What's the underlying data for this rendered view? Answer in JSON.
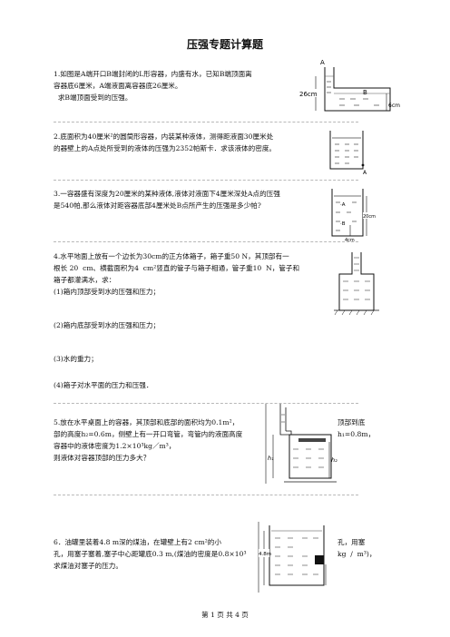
{
  "title": "压强专题计算题",
  "q1": {
    "lines": [
      "1.如图是A端开口B端封闭的L形容器，内盛有水，已知B端顶面离",
      "容器底6厘米，A端液面离容器底26厘米。",
      "  求B端顶面受到的压强。"
    ],
    "fig": {
      "a": "A",
      "b": "B",
      "h1": "26cm",
      "h2": "6cm"
    }
  },
  "q2": {
    "lines": [
      "2.底面积为40厘米²的圆筒形容器，内装某种液体，测得距液面30厘米处",
      "的器壁上的A点处所受到的液体的压强为2352帕斯卡．求该液体的密度。"
    ],
    "fig": {
      "a": "A"
    }
  },
  "q3": {
    "lines": [
      "3.一容器盛有深度为20厘米的某种液体,液体对液面下4厘米深处A点的压强",
      "是540帕,那么液体对距容器底部4厘米处B点所产生的压强是多少帕?"
    ],
    "fig": {
      "a": "·A",
      "b": "·B",
      "h1": "4cm",
      "h2": "20cm"
    }
  },
  "q4": {
    "lines": [
      "4.水平地面上放有一个边长为30cm的正方体箱子，箱子重50 N，其顶部有一",
      "根长 20  cm、横截面积为4  cm²竖直的管子与箱子相通，管子重10  N，管子和",
      "箱子都灌满水，求："
    ],
    "sub": [
      "(1)箱内顶部受到水的压强和压力；",
      "(2)箱内底部受到水的压强和压力；",
      "(3)水的重力；",
      "(4)箱子对水平面的压力和压强．"
    ]
  },
  "q5": {
    "lines": [
      "5.放在水平桌面上的容器，其顶部和底部的面积均为0.1m²，",
      "部的高度h₂=0.6m，侧壁上有一开口弯管，弯管内的液面高度",
      "容器中的液体密度为1.2×10³kg／m³，",
      "则液体对容器顶部的压力多大？"
    ],
    "right": [
      "顶部到底",
      "h₁=0.8m，"
    ],
    "fig": {
      "h1": "h₁",
      "h2": "h₂"
    }
  },
  "q6": {
    "lines": [
      "6．油罐里装着4.8 m深的煤油，在罐壁上有2 cm²的小",
      "孔，用塞子塞着,塞子中心距罐底0.3 m,(煤油的密度是0.8×10³",
      "求煤油对塞子的压力。"
    ],
    "right": [
      "孔，用塞",
      "kg  /  m³)，"
    ],
    "fig": {
      "h1": "4.8m"
    }
  },
  "footer": "第 1 页 共 4 页"
}
